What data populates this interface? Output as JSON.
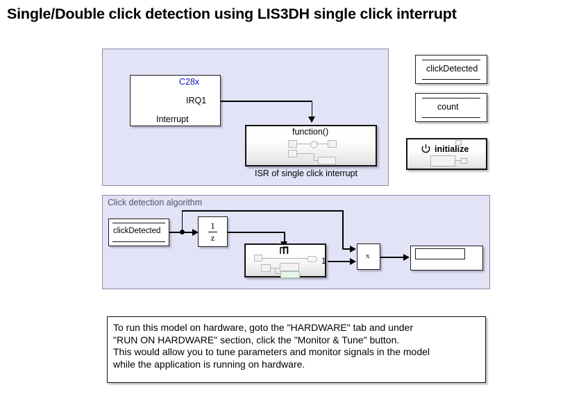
{
  "title": "Single/Double click detection using LIS3DH single click interrupt",
  "panels": {
    "interrupt_panel": {
      "label": ""
    },
    "algorithm_panel": {
      "label": "Click detection algorithm"
    }
  },
  "interrupt_block": {
    "family": "C28x",
    "port": "IRQ1",
    "name": "Interrupt"
  },
  "isr_subsystem": {
    "header": "function()",
    "caption": "ISR of single click interrupt"
  },
  "data_stores": {
    "click_detected": "clickDetected",
    "count": "count"
  },
  "initialize_block": {
    "label": "initialize",
    "icon": "power-icon"
  },
  "algorithm": {
    "data_store_read": "clickDetected",
    "unit_delay_num": "1",
    "unit_delay_den": "z",
    "triggered_subsystem_icon": "trigger-pulse-icon",
    "triggered_output_port": "1",
    "product_block": "x",
    "display_block": ""
  },
  "note": {
    "text": "To run this model on hardware, goto the \"HARDWARE\" tab and under\n\"RUN ON HARDWARE\" section, click the \"Monitor & Tune\" button.\nThis would allow you to tune parameters and monitor signals in the model\nwhile the application is running on hardware."
  },
  "colors": {
    "panel_fill": "#e3e3f7",
    "panel_border": "#8a8aa0",
    "accent_blue": "#1414c8",
    "label_gray": "#555566"
  }
}
